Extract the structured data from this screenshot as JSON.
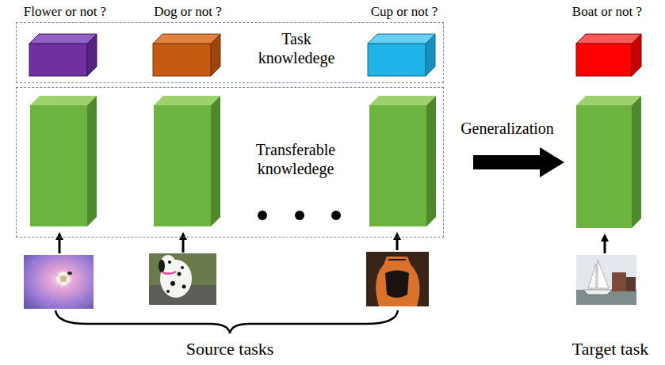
{
  "diagram": {
    "nodes": [
      {
        "text": [
          "Task knowledege"
        ]
      },
      {
        "text": [
          "Transferable knowledege"
        ]
      }
    ],
    "labels": [
      "Flower or not ?",
      "Dog or not ?",
      "Cup or not ?",
      "Boat or not ?",
      "Generalization",
      "Source tasks",
      "Target task"
    ]
  }
}
